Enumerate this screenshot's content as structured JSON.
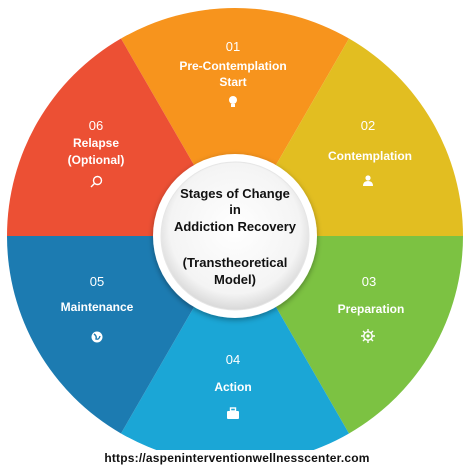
{
  "center": {
    "lines": [
      "Stages of Change",
      "in",
      "Addiction Recovery",
      "",
      "(Transtheoretical",
      "Model)"
    ]
  },
  "segments": [
    {
      "number": "01",
      "label_lines": [
        "Pre-Contemplation",
        "Start"
      ],
      "icon": "lightbulb-icon",
      "color": "#F7941D"
    },
    {
      "number": "02",
      "label_lines": [
        "Contemplation"
      ],
      "icon": "person-icon",
      "color": "#E2BE21"
    },
    {
      "number": "03",
      "label_lines": [
        "Preparation"
      ],
      "icon": "gear-icon",
      "color": "#7CC242"
    },
    {
      "number": "04",
      "label_lines": [
        "Action"
      ],
      "icon": "briefcase-icon",
      "color": "#1BA6D6"
    },
    {
      "number": "05",
      "label_lines": [
        "Maintenance"
      ],
      "icon": "globe-icon",
      "color": "#1C7BB1"
    },
    {
      "number": "06",
      "label_lines": [
        "Relapse",
        "(Optional)"
      ],
      "icon": "magnifier-icon",
      "color": "#EC5034"
    }
  ],
  "footer": {
    "url": "https://aspeninterventionwellnesscenter.com"
  }
}
